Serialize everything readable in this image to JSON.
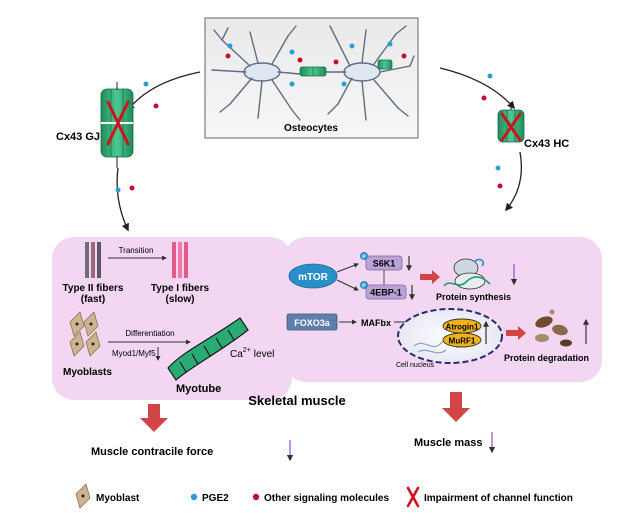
{
  "top": {
    "osteocytes_label": "Osteocytes",
    "gj_label": "Cx43 GJ",
    "hc_label": "Cx43 HC"
  },
  "left_panel": {
    "type2_title": "Type II fibers",
    "type2_sub": "(fast)",
    "type1_title": "Type I fibers",
    "type1_sub": "(slow)",
    "transition": "Transition",
    "differentiation": "Differentiation",
    "myod": "Myod1/Myf5",
    "myoblasts": "Myoblasts",
    "myotube": "Myotube",
    "ca_label": "Ca",
    "ca_sup": "2+",
    "level": "level"
  },
  "right_panel": {
    "mtor": "mTOR",
    "s6k1": "S6K1",
    "ebp": "4EBP-1",
    "p": "P",
    "protein_synthesis": "Protein synthesis",
    "foxo3a": "FOXO3a",
    "mafbx": "MAFbx",
    "atrogin": "Atrogin1",
    "murf": "MuRF1",
    "cell_nucleus": "Cell nucleus",
    "protein_degradation": "Protein degradation"
  },
  "bottom": {
    "skeletal_muscle": "Skeletal muscle",
    "contractile": "Muscle contracile force",
    "mass": "Muscle mass"
  },
  "legend": {
    "myoblast": "Myoblast",
    "pge2": "PGE2",
    "other": "Other signaling molecules",
    "impairment": "Impairment of channel function"
  },
  "colors": {
    "pge2": "#2a9fd6",
    "other": "#c0102a",
    "channel": "#2bab74",
    "panel": "#f2d6f2",
    "arrow_red": "#d24545",
    "down_arrow": "#9a5cc6",
    "mtor": "#2a8fc9",
    "foxo": "#5d7fa8",
    "atrogin": "#f2b21d"
  }
}
